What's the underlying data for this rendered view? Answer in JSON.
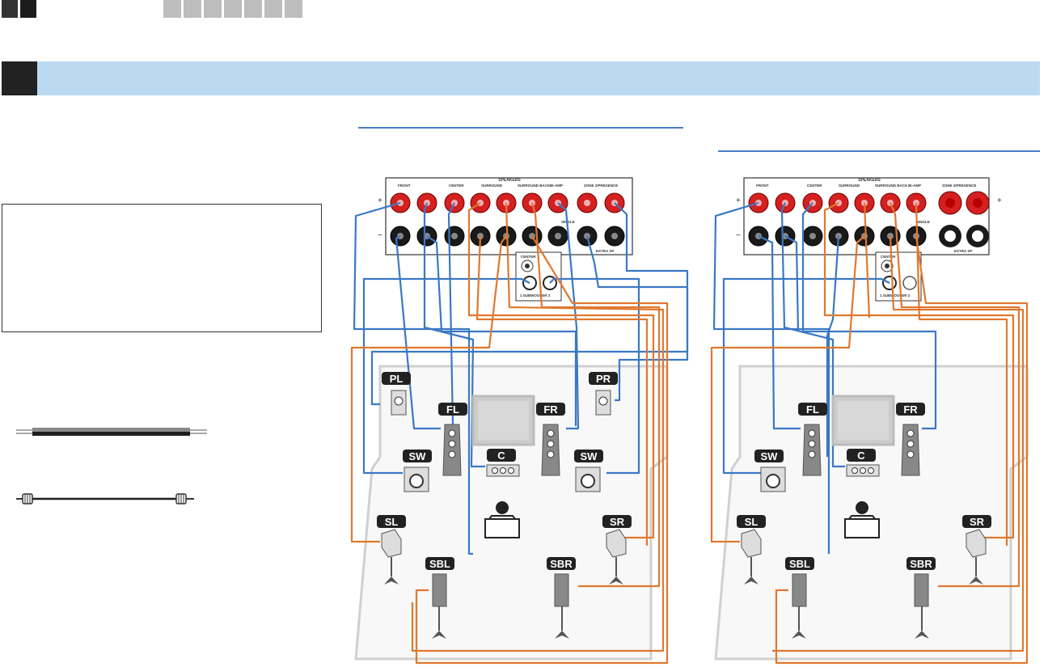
{
  "colors": {
    "header_bar": "#bcd9f2",
    "rule_blue": "#4a7bc4",
    "wire_blue": "#3a78c4",
    "wire_orange": "#e0782f",
    "terminal_red": "#d42020",
    "label_bg": "#222222"
  },
  "diagram_left": {
    "amp_header": "SPEAKERS",
    "terminal_labels": [
      "FRONT",
      "CENTER",
      "SURROUND",
      "SURROUND BACK",
      "BI-AMP",
      "ZONE 2/PRESENCE"
    ],
    "single_label": "SINGLE",
    "extra_sp_label": "EXTRA SP",
    "center_label": "CENTER",
    "subwoofer_label": "1  SUBWOOFER  2",
    "speakers": {
      "pl": "PL",
      "pr": "PR",
      "fl": "FL",
      "fr": "FR",
      "c": "C",
      "sw_left": "SW",
      "sw_right": "SW",
      "sl": "SL",
      "sr": "SR",
      "sbl": "SBL",
      "sbr": "SBR"
    }
  },
  "diagram_right": {
    "amp_header": "SPEAKERS",
    "terminal_labels": [
      "FRONT",
      "CENTER",
      "SURROUND",
      "SURROUND BACK",
      "BI-AMP",
      "ZONE 2/PRESENCE"
    ],
    "single_label": "SINGLE",
    "extra_sp_label": "EXTRA SP",
    "center_label": "CENTER",
    "subwoofer_label": "1  SUBWOOFER  2",
    "speakers": {
      "fl": "FL",
      "fr": "FR",
      "c": "C",
      "sw": "SW",
      "sl": "SL",
      "sr": "SR",
      "sbl": "SBL",
      "sbr": "SBR"
    }
  }
}
